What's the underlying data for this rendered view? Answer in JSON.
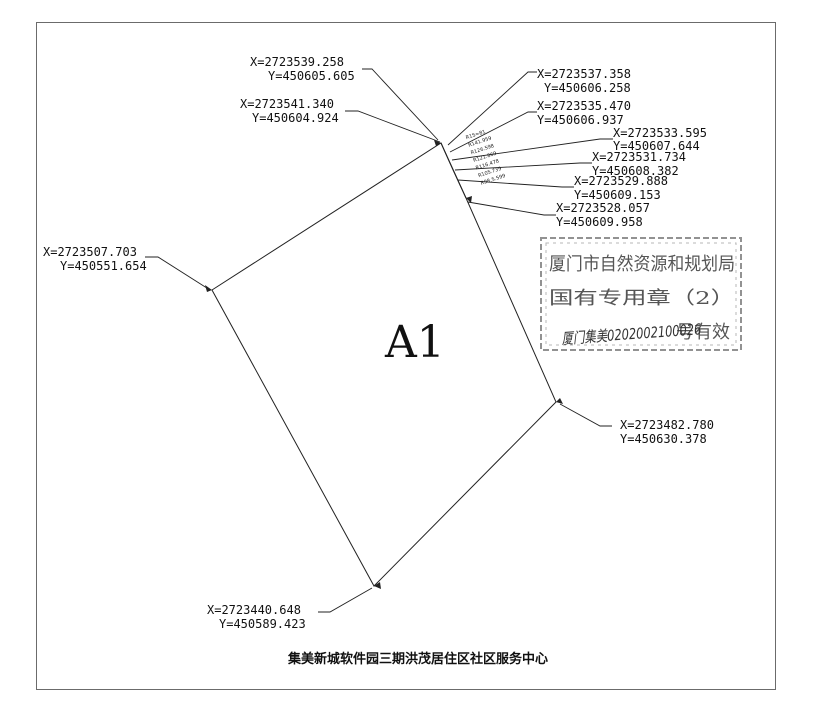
{
  "parcel_label": "A1",
  "caption": "集美新城软件园三期洪茂居住区社区服务中心",
  "points": [
    {
      "name": "p-2723539",
      "x": "X=2723539.258",
      "y": "Y=450605.605"
    },
    {
      "name": "p-2723541",
      "x": "X=2723541.340",
      "y": "Y=450604.924"
    },
    {
      "name": "p-2723537",
      "x": "X=2723537.358",
      "y": "Y=450606.258"
    },
    {
      "name": "p-2723535",
      "x": "X=2723535.470",
      "y": "Y=450606.937"
    },
    {
      "name": "p-2723533",
      "x": "X=2723533.595",
      "y": "Y=450607.644"
    },
    {
      "name": "p-2723531",
      "x": "X=2723531.734",
      "y": "Y=450608.382"
    },
    {
      "name": "p-2723529",
      "x": "X=2723529.888",
      "y": "Y=450609.153"
    },
    {
      "name": "p-2723528",
      "x": "X=2723528.057",
      "y": "Y=450609.958"
    },
    {
      "name": "p-2723507",
      "x": "X=2723507.703",
      "y": "Y=450551.654"
    },
    {
      "name": "p-2723482",
      "x": "X=2723482.780",
      "y": "Y=450630.378"
    },
    {
      "name": "p-2723440",
      "x": "X=2723440.648",
      "y": "Y=450589.423"
    }
  ],
  "arc_labels": [
    "R1S=81",
    "R141.959",
    "R126.598",
    "R121.869",
    "R116.478",
    "R105.739",
    "R98.5.599"
  ],
  "stamp": {
    "line1": "厦门市自然资源和规划局",
    "line2": "国有专用章（2）",
    "line3": "号有效",
    "handwriting": "厦门集美0202002100026"
  }
}
